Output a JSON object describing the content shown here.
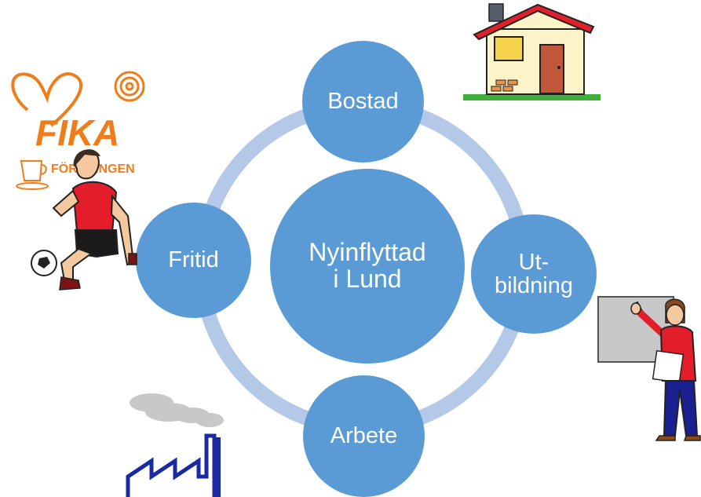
{
  "center": {
    "line1": "Nyinflyttad",
    "line2": "i Lund"
  },
  "nodes": {
    "top": {
      "label": "Bostad"
    },
    "right": {
      "line1": "Ut-",
      "line2": "bildning"
    },
    "bottom": {
      "label": "Arbete"
    },
    "left": {
      "label": "Fritid"
    }
  },
  "logo": {
    "text": "FIKA",
    "subtext": "FÖRENINGEN"
  },
  "colors": {
    "node_fill": "#5b9bd5",
    "ring": "#b4c9e7",
    "house_roof": "#e0202a",
    "house_wall": "#fdf3c8",
    "logo_orange": "#f07d1c",
    "factory_blue": "#1a2aa0"
  },
  "icons": [
    "house-clipart",
    "fika-logo",
    "soccer-player-clipart",
    "factory-clipart",
    "teacher-clipart"
  ]
}
